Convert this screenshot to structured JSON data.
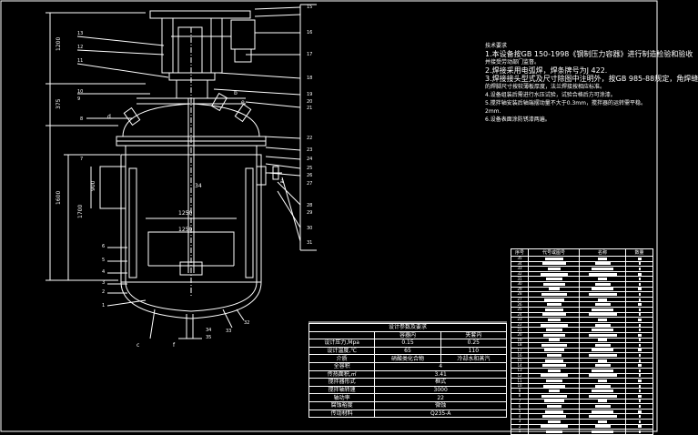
{
  "drawing": {
    "dims": [
      "1200",
      "375",
      "1600",
      "1700",
      "900",
      "34",
      "1250",
      "1250"
    ],
    "callouts_left": [
      "13",
      "12",
      "11",
      "10",
      "9",
      "8",
      "7",
      "6",
      "5",
      "4",
      "3",
      "2",
      "1"
    ],
    "callouts_right": [
      "15",
      "16",
      "17",
      "18",
      "19",
      "20",
      "21",
      "22",
      "23",
      "24",
      "25",
      "26",
      "27",
      "28",
      "29",
      "30",
      "31",
      "32",
      "33",
      "34",
      "35"
    ],
    "nozzle_letters": [
      "d",
      "e",
      "b",
      "a",
      "c",
      "f"
    ]
  },
  "notes": {
    "title": "技术要求",
    "lines": [
      "1.本设备按GB 150-1998《钢制压力容器》进行制造检验和验收",
      "并接受劳动部门监督。",
      "2.焊接采用电弧焊，焊条牌号为J 422.",
      "3.焊接接头型式及尺寸除图中注明外，按GB 985-88规定，角焊缝",
      "的焊脚尺寸按较薄板厚度，法兰焊接按相应标准。",
      "4.设备组装后需进行水压试验，试验合格后方可涂漆。",
      "5.搅拌轴安装后轴端摆动量不大于0.3mm，搅拌器的运转需平稳。",
      "2mm.",
      "6.设备表面涂防锈漆两遍。"
    ]
  },
  "params": {
    "title": "设计参数及要求",
    "head": [
      "",
      "容器内",
      "夹套内"
    ],
    "rows": [
      {
        "label": "设计压力,Mpa",
        "a": "0.15",
        "b": "0.25"
      },
      {
        "label": "设计温度,℃",
        "a": "65",
        "b": "110"
      },
      {
        "label": "介质",
        "a": "硝酸类化合物",
        "b": "冷却水和蒸汽"
      }
    ],
    "single": [
      {
        "label": "全容积",
        "v": "4"
      },
      {
        "label": "传热面积,㎡",
        "v": "3.41"
      },
      {
        "label": "搅拌器形式",
        "v": "框式"
      },
      {
        "label": "搅拌轴转速",
        "v": "3000"
      },
      {
        "label": "轴功率",
        "v": "22"
      },
      {
        "label": "腐蚀裕度",
        "v": "微蚀"
      },
      {
        "label": "传动材料",
        "v": "Q235-A"
      }
    ]
  },
  "parts": {
    "head": [
      "序号",
      "代号或图号",
      "名称",
      "数量"
    ],
    "nums": [
      "35",
      "34",
      "33",
      "32",
      "31",
      "30",
      "29",
      "28",
      "27",
      "26",
      "25",
      "24",
      "23",
      "22",
      "21",
      "20",
      "19",
      "18",
      "17",
      "16",
      "15",
      "14",
      "13",
      "12",
      "11",
      "10",
      "9",
      "8",
      "7",
      "6",
      "5",
      "4",
      "3",
      "2",
      "1"
    ]
  }
}
